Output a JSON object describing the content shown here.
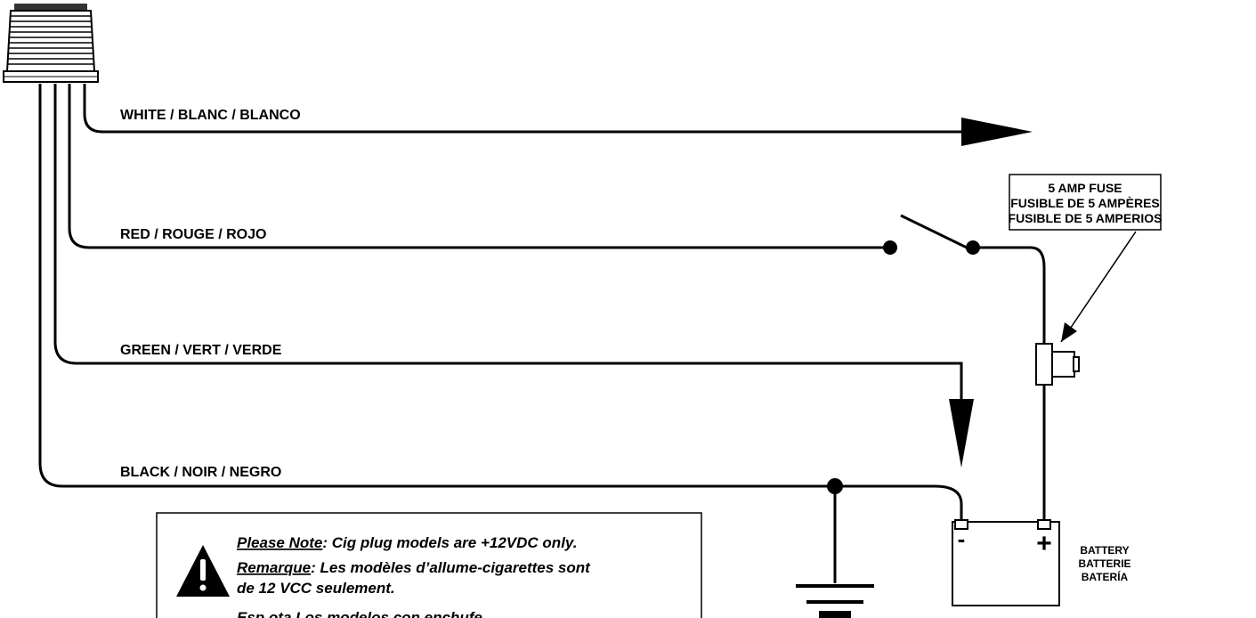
{
  "wires": {
    "white": "WHITE / BLANC / BLANCO",
    "red": "RED / ROUGE / ROJO",
    "green": "GREEN / VERT / VERDE",
    "black": "BLACK / NOIR / NEGRO"
  },
  "fuse_box": {
    "line1": "5 AMP FUSE",
    "line2": "FUSIBLE DE 5 AMPÈRES",
    "line3": "FUSIBLE DE 5 AMPERIOS"
  },
  "battery": {
    "line1": "BATTERY",
    "line2": "BATTERIE",
    "line3": "BATERÍA",
    "negative": "-",
    "positive": "+"
  },
  "note": {
    "en_label": "Please Note",
    "en_text": ": Cig plug models are +12VDC only.",
    "fr_label": "Remarque",
    "fr_text1": ": Les modèles d’allume-cigarettes sont",
    "fr_text2": "de 12 VCC seulement.",
    "es_partial": "Esp        ota  Los modelos con enchufe"
  },
  "colors": {
    "line": "#000000",
    "background": "#ffffff"
  }
}
